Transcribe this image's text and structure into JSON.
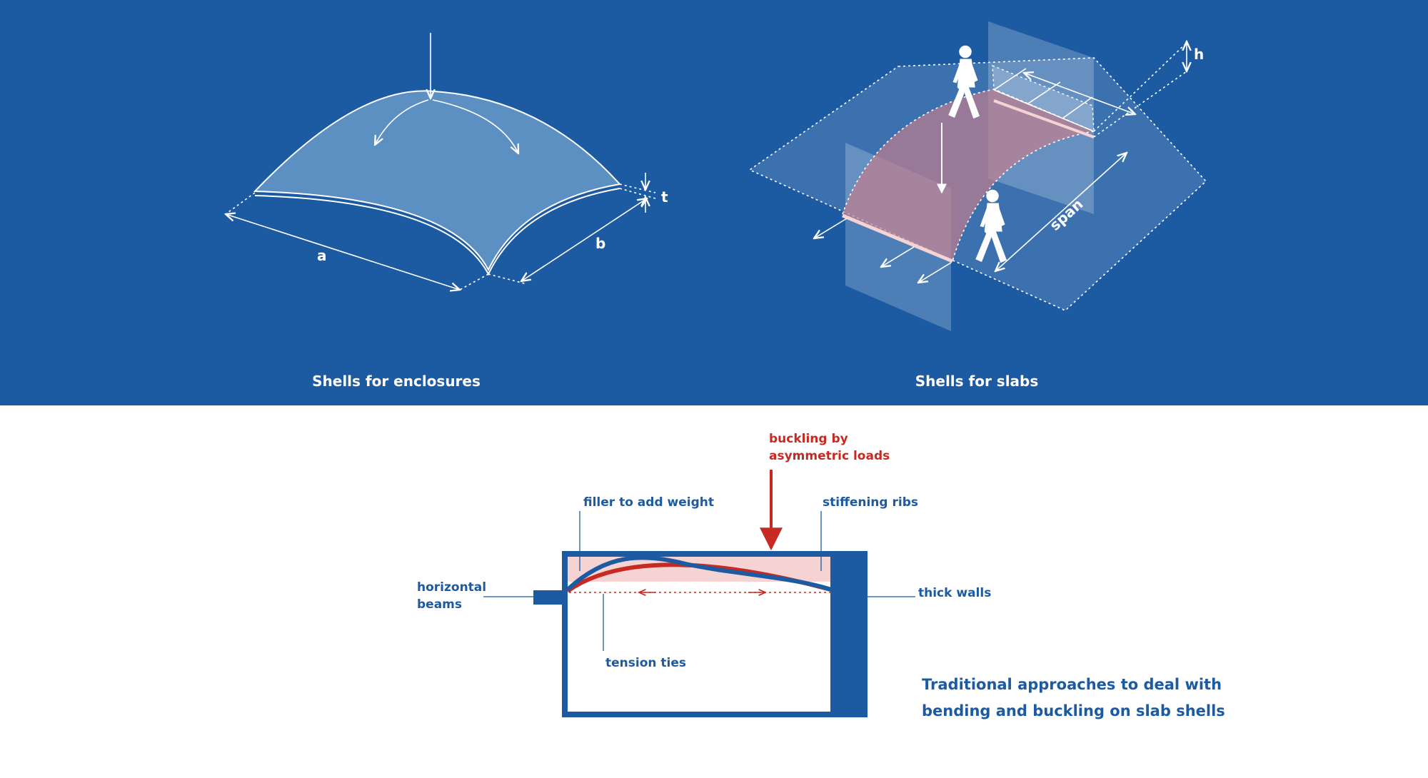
{
  "colors": {
    "blue": "#1c5aa2",
    "white": "#ffffff",
    "red": "#c72a22",
    "pink": "#f6d3d3"
  },
  "top_left": {
    "caption": "Shells for enclosures",
    "labels": {
      "a": "a",
      "b": "b",
      "t": "t"
    }
  },
  "top_right": {
    "caption": "Shells for slabs",
    "labels": {
      "h": "h",
      "span": "span"
    },
    "icons": [
      "walking-person-icon",
      "walking-person-icon"
    ]
  },
  "bottom": {
    "buckling_line1": "buckling by",
    "buckling_line2": "asymmetric loads",
    "filler": "filler to add weight",
    "stiffening": "stiffening ribs",
    "horizontal_line1": "horizontal",
    "horizontal_line2": "beams",
    "thick_walls": "thick walls",
    "tension_ties": "tension ties",
    "caption_line1": "Traditional approaches to deal with",
    "caption_line2": "bending and buckling on slab shells"
  }
}
